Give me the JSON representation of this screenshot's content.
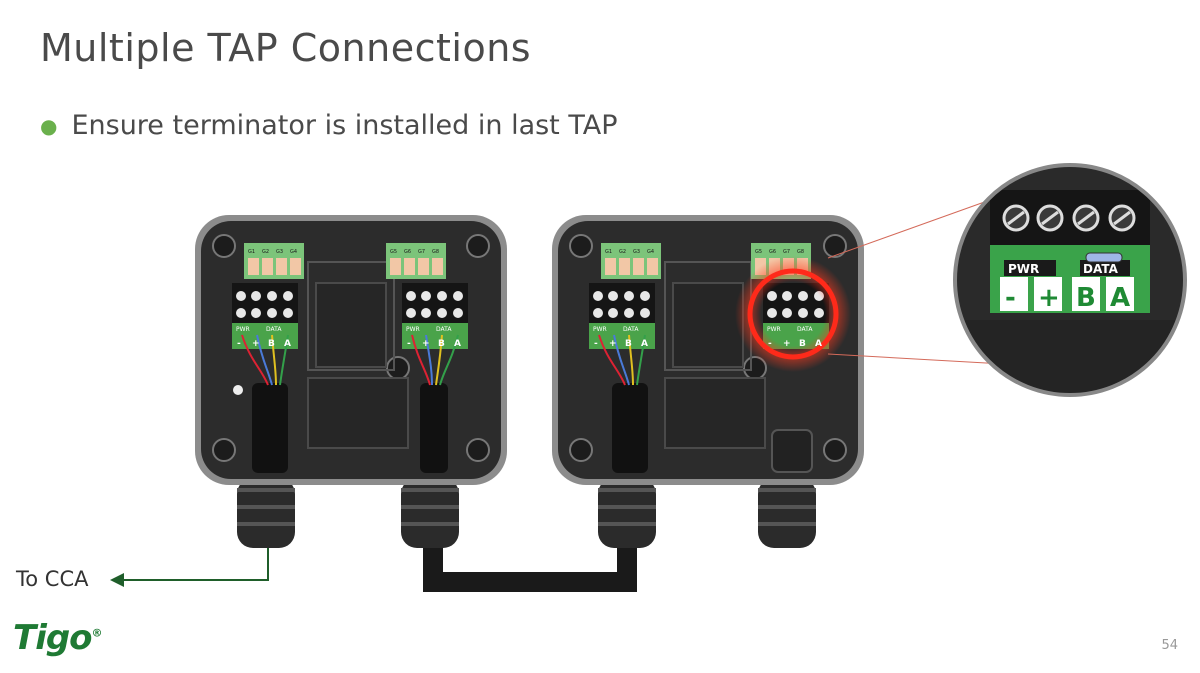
{
  "slide": {
    "title": "Multiple TAP Connections",
    "bullet": "Ensure terminator is installed in last TAP",
    "page_number": "54"
  },
  "diagram": {
    "to_cca_label": "To CCA",
    "tap_left": {
      "group_labels_a": [
        "G1",
        "G2",
        "G3",
        "G4"
      ],
      "group_labels_b": [
        "G5",
        "G6",
        "G7",
        "G8"
      ],
      "pwr_label": "PWR",
      "data_label": "DATA",
      "terminal_labels": [
        "-",
        "+",
        "B",
        "A"
      ]
    },
    "tap_right": {
      "group_labels_a": [
        "G1",
        "G2",
        "G3",
        "G4"
      ],
      "group_labels_b": [
        "G5",
        "G6",
        "G7",
        "G8"
      ],
      "pwr_label": "PWR",
      "data_label": "DATA",
      "terminal_labels": [
        "-",
        "+",
        "B",
        "A"
      ]
    },
    "zoom": {
      "pwr_label": "PWR",
      "data_label": "DATA",
      "terminal_labels": [
        "-",
        "+",
        "B",
        "A"
      ]
    }
  },
  "brand": {
    "logo_text": "Tigo",
    "registered_mark": "®",
    "accent_color": "#6ab04c",
    "logo_color": "#1f7a34",
    "highlight_color": "#ff2a1a"
  }
}
